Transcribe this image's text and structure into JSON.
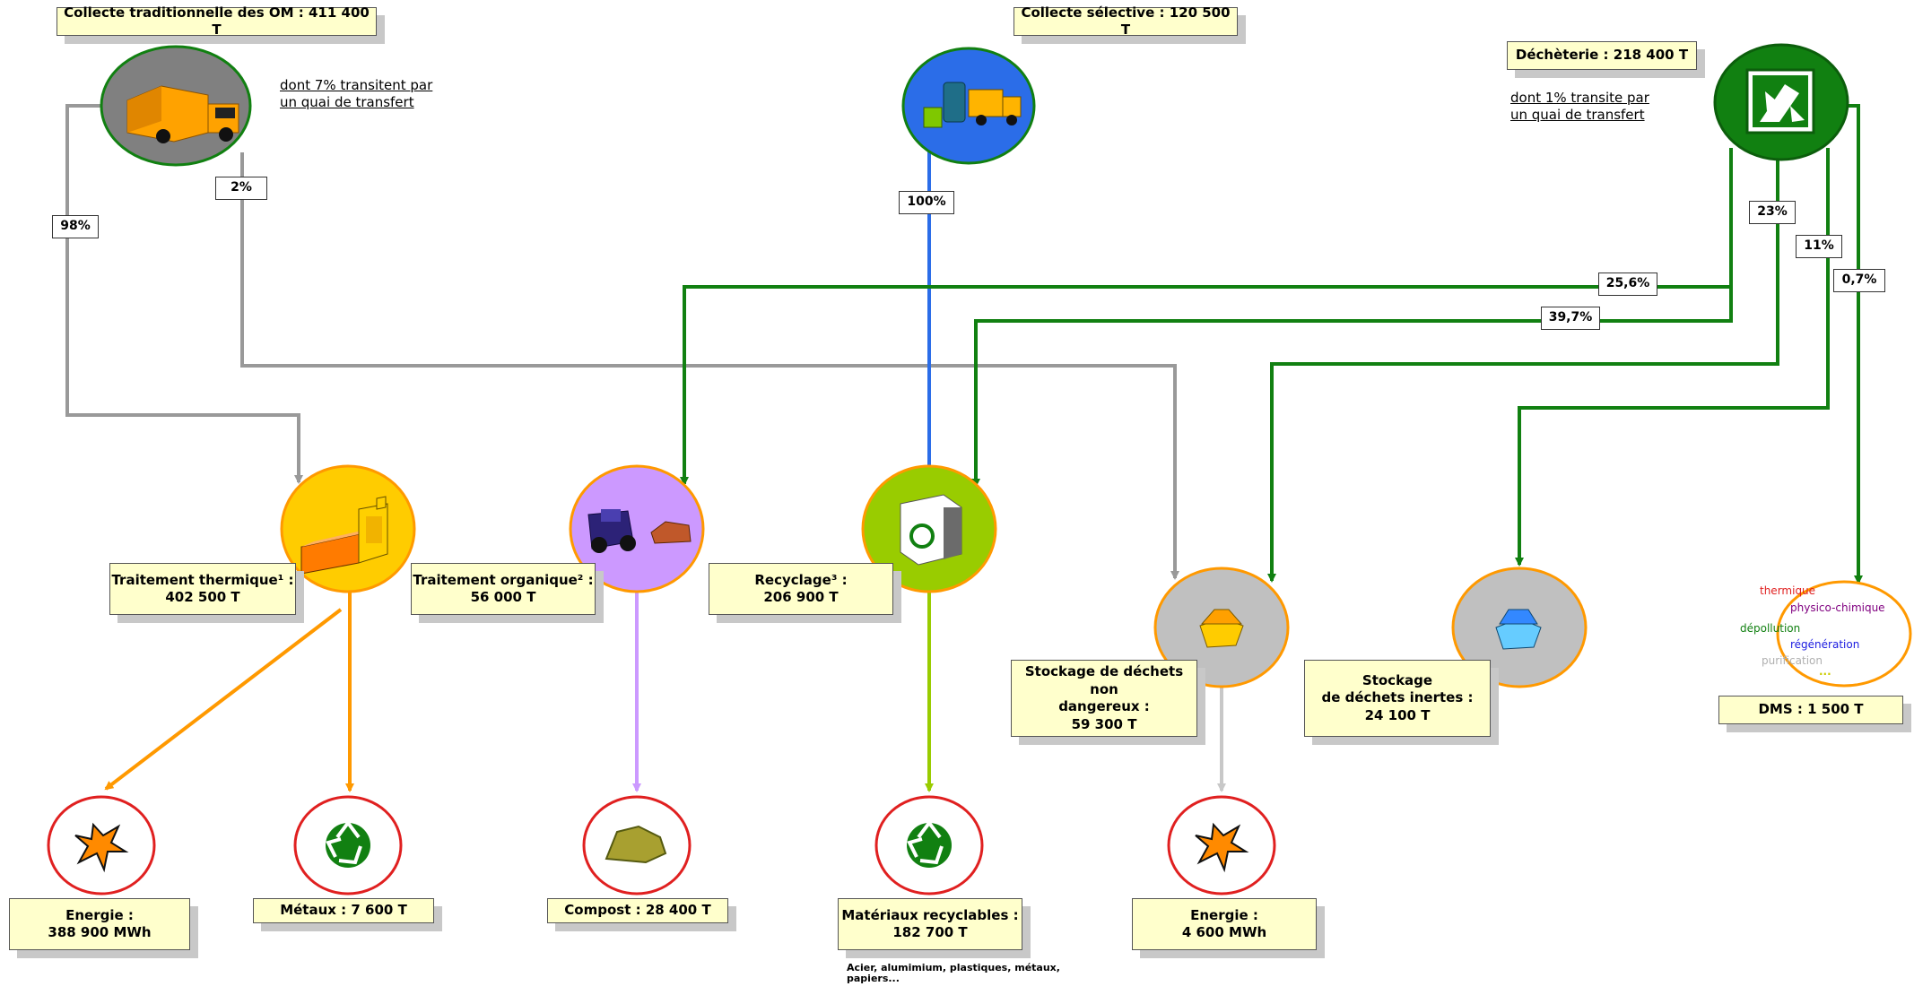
{
  "sources": {
    "om": "Collecte traditionnelle des OM : 411 400 T",
    "selective": "Collecte sélective : 120 500 T",
    "decheterie": "Déchèterie : 218 400 T"
  },
  "notes": {
    "om_line1": "dont 7% transitent par",
    "om_line2": "un quai de transfert",
    "dech_line1": "dont 1% transite par",
    "dech_line2": "un quai de transfert"
  },
  "percentages": {
    "om_98": "98%",
    "om_2": "2%",
    "sel_100": "100%",
    "dech_25_6": "25,6%",
    "dech_39_7": "39,7%",
    "dech_23": "23%",
    "dech_11": "11%",
    "dech_0_7": "0,7%"
  },
  "treatments": {
    "thermal_l1": "Traitement thermique¹ :",
    "thermal_l2": "402 500 T",
    "organic_l1": "Traitement organique² :",
    "organic_l2": "56 000 T",
    "recycling_l1": "Recyclage³ :",
    "recycling_l2": "206 900 T",
    "storage_nd_l1": "Stockage de déchets non",
    "storage_nd_l2": "dangereux :",
    "storage_nd_l3": "59 300 T",
    "storage_inert_l1": "Stockage",
    "storage_inert_l2": "de déchets inertes :",
    "storage_inert_l3": "24 100 T",
    "dms": "DMS : 1 500 T"
  },
  "dms_words": {
    "w1": "thermique",
    "w2": "physico-chimique",
    "w3": "dépollution",
    "w4": "régénération",
    "w5": "purification",
    "w6": "..."
  },
  "outputs": {
    "energy1_l1": "Energie :",
    "energy1_l2": "388 900 MWh",
    "metals": "Métaux : 7 600 T",
    "compost": "Compost : 28 400 T",
    "materials_l1": "Matériaux recyclables :",
    "materials_l2": "182 700 T",
    "materials_sub1": "Acier, alumimium, plastiques, métaux,",
    "materials_sub2": "papiers...",
    "energy2_l1": "Energie :",
    "energy2_l2": "4 600 MWh"
  },
  "colors": {
    "grey_arrow": "#999999",
    "green_arrow": "#118011",
    "blue_arrow": "#2b6de8",
    "orange_arrow": "#ff9900",
    "violet_arrow": "#cc99ff",
    "lime_arrow": "#99cc00",
    "light_grey_arrow": "#c8c8c8"
  },
  "icons": {
    "om": "garbage-truck-icon",
    "selective": "recycling-truck-icon",
    "decheterie": "decheterie-logo-icon",
    "thermal": "incinerator-icon",
    "organic": "tractor-icon",
    "recycling": "recycling-cube-icon",
    "storage_nd": "yellow-box-icon",
    "storage_inert": "blue-box-icon",
    "energy": "energy-star-icon",
    "recycle": "recycle-symbol-icon",
    "compost": "compost-pile-icon"
  }
}
